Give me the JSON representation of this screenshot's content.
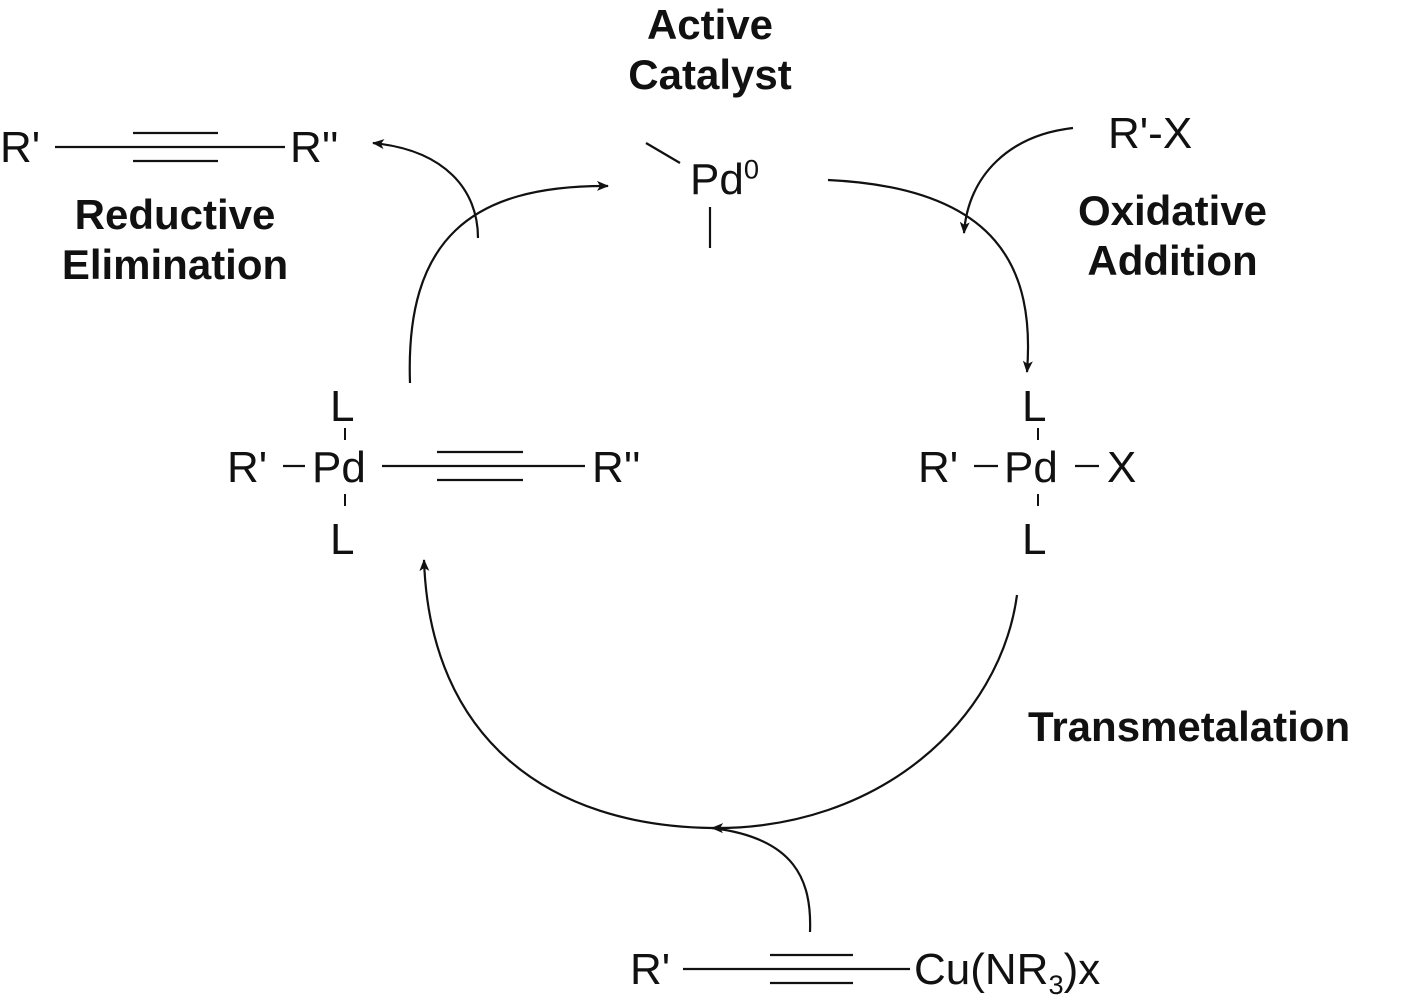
{
  "steps": {
    "active_catalyst": [
      "Active",
      "Catalyst"
    ],
    "oxidative_addition": [
      "Oxidative",
      "Addition"
    ],
    "reductive_elimination": [
      "Reductive",
      "Elimination"
    ],
    "transmetalation": "Transmetalation"
  },
  "species": {
    "pd0": {
      "metal": "Pd",
      "oxidation_state": "0"
    },
    "reagent": "R'-X",
    "oxidative_adduct": {
      "r": "R'",
      "metal": "Pd",
      "x": "X",
      "ligand_top": "L",
      "ligand_bottom": "L"
    },
    "alkynyl_pd": {
      "r": "R'",
      "metal": "Pd",
      "r2": "R''",
      "ligand_top": "L",
      "ligand_bottom": "L"
    },
    "product": {
      "left": "R'",
      "right": "R''"
    },
    "copper_acetylide": {
      "left": "R'",
      "cu": "Cu(NR",
      "subscript": "3",
      "suffix": ")x"
    }
  }
}
